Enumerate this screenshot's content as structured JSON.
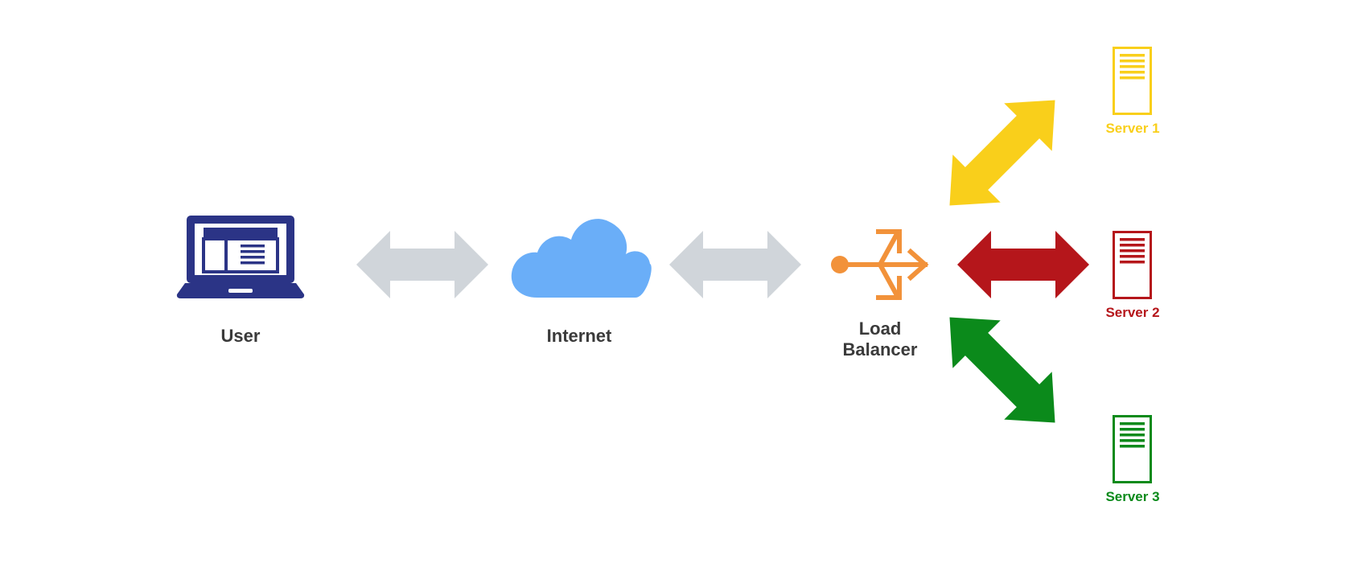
{
  "nodes": {
    "user": {
      "label": "User",
      "icon": "laptop-icon",
      "color": "#2b3486"
    },
    "internet": {
      "label": "Internet",
      "icon": "cloud-icon",
      "color": "#6aaef8"
    },
    "load_balancer": {
      "label_line1": "Load",
      "label_line2": "Balancer",
      "icon": "load-balancer-icon",
      "color": "#f2923a"
    },
    "servers": [
      {
        "label": "Server 1",
        "icon": "server-icon",
        "color": "#f9cf1b"
      },
      {
        "label": "Server 2",
        "icon": "server-icon",
        "color": "#b5161b"
      },
      {
        "label": "Server 3",
        "icon": "server-icon",
        "color": "#0b8a1b"
      }
    ]
  },
  "connectors": {
    "user_internet": {
      "icon": "double-arrow-icon",
      "color": "#d0d5da"
    },
    "internet_lb": {
      "icon": "double-arrow-icon",
      "color": "#d0d5da"
    },
    "lb_server1": {
      "icon": "double-arrow-icon",
      "color": "#f9cf1b"
    },
    "lb_server2": {
      "icon": "double-arrow-icon",
      "color": "#b5161b"
    },
    "lb_server3": {
      "icon": "double-arrow-icon",
      "color": "#0b8a1b"
    }
  },
  "label_color": "#3a3a3a"
}
